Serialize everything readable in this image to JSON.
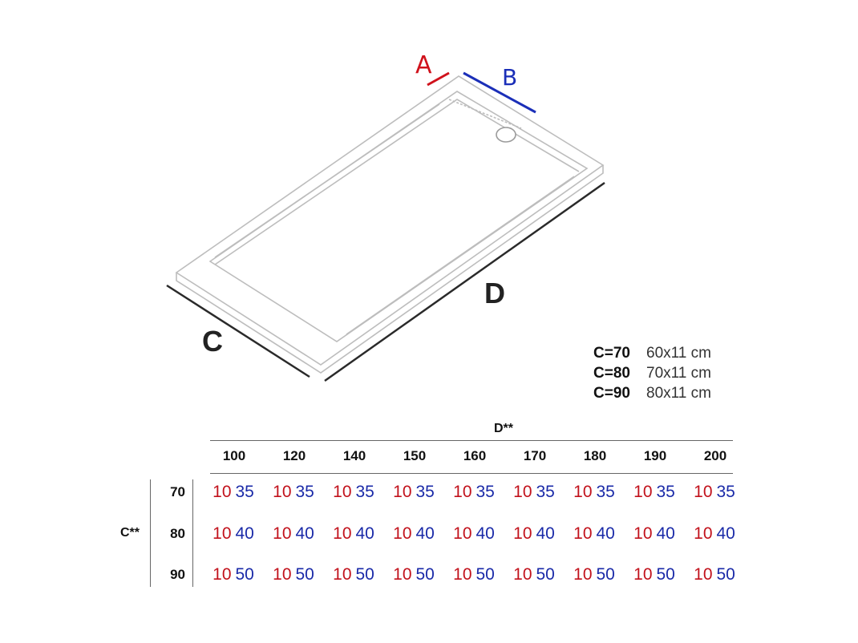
{
  "labels": {
    "a": "A",
    "b": "B",
    "c": "C",
    "d": "D"
  },
  "legend": [
    {
      "key": "C=70",
      "value": "60x11 cm"
    },
    {
      "key": "C=80",
      "value": "70x11 cm"
    },
    {
      "key": "C=90",
      "value": "80x11 cm"
    }
  ],
  "table": {
    "d_header": "D**",
    "c_header": "C**",
    "columns": [
      "100",
      "120",
      "140",
      "150",
      "160",
      "170",
      "180",
      "190",
      "200"
    ],
    "rows": [
      {
        "label": "70",
        "a": "10",
        "b": "35"
      },
      {
        "label": "80",
        "a": "10",
        "b": "40"
      },
      {
        "label": "90",
        "a": "10",
        "b": "50"
      }
    ]
  },
  "colors": {
    "a": "#c2121c",
    "b": "#1a2aa8",
    "outline": "#bdbdbd",
    "dimension": "#2a2a2a"
  }
}
